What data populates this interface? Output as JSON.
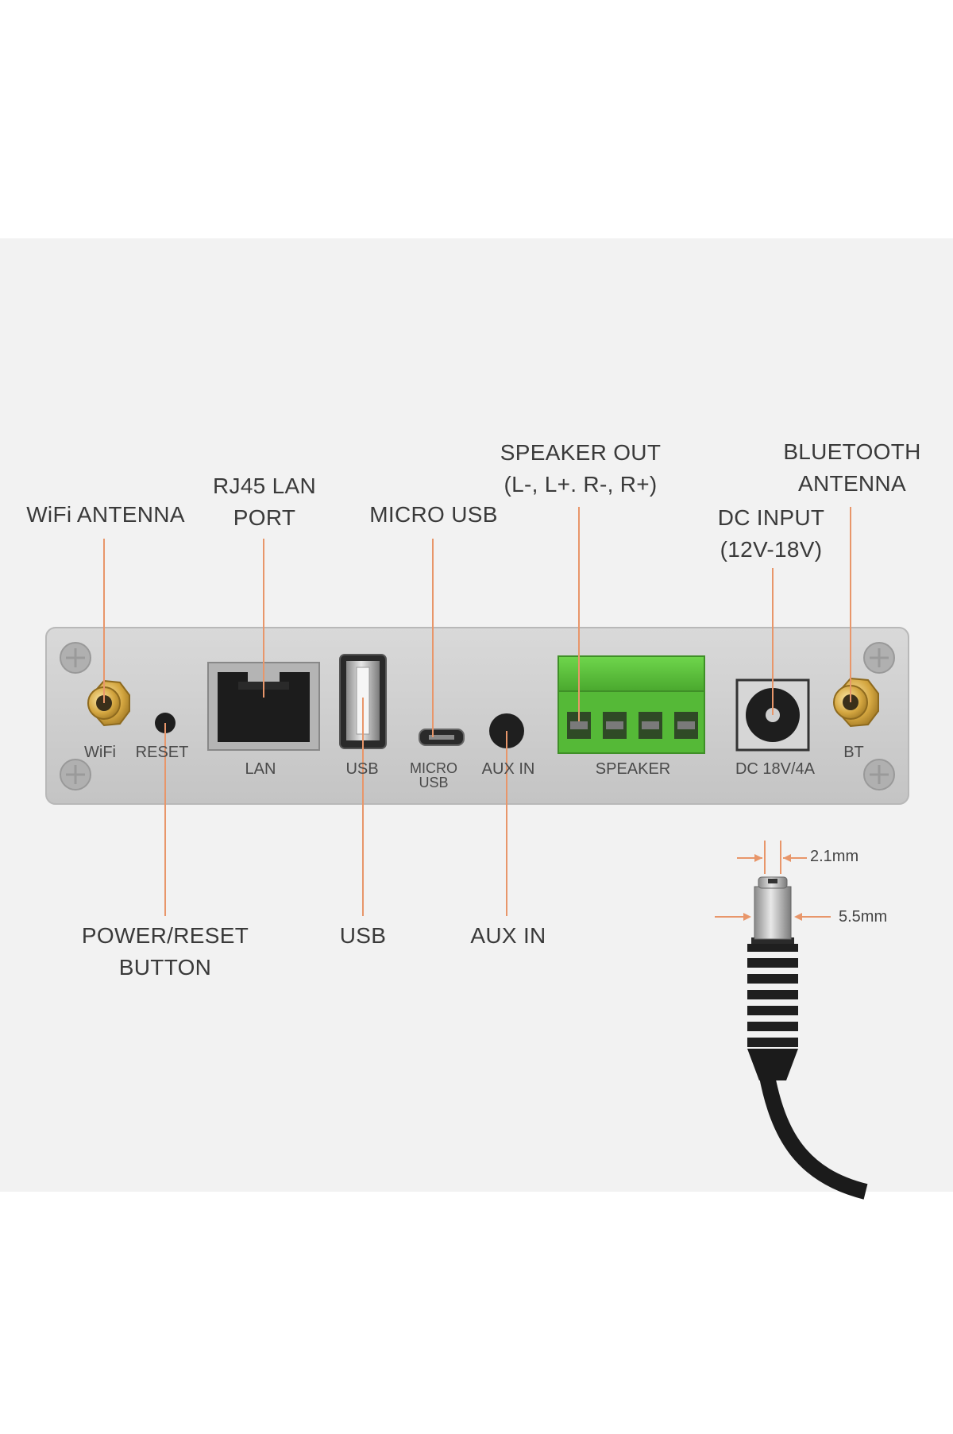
{
  "colors": {
    "background": "#ffffff",
    "backdrop": "#f2f2f2",
    "panel": "#cfcfcf",
    "leader_line": "#e8966a",
    "terminal_green": "#5cc23c",
    "gold_connector": "#d4a640"
  },
  "callouts": {
    "wifi_antenna": {
      "lines": [
        "WiFi ANTENNA"
      ]
    },
    "rj45_lan": {
      "lines": [
        "RJ45 LAN",
        "PORT"
      ]
    },
    "micro_usb": {
      "lines": [
        "MICRO USB"
      ]
    },
    "speaker_out": {
      "lines": [
        "SPEAKER OUT",
        "(L-, L+. R-, R+)"
      ]
    },
    "dc_input": {
      "lines": [
        "DC INPUT",
        "(12V-18V)"
      ]
    },
    "bluetooth_antenna": {
      "lines": [
        "BLUETOOTH",
        "ANTENNA"
      ]
    },
    "power_reset": {
      "lines": [
        "POWER/RESET",
        "BUTTON"
      ]
    },
    "usb": {
      "lines": [
        "USB"
      ]
    },
    "aux_in": {
      "lines": [
        "AUX IN"
      ]
    }
  },
  "panel_labels": {
    "wifi": "WiFi",
    "reset": "RESET",
    "lan": "LAN",
    "usb": "USB",
    "micro_usb_line1": "MICRO",
    "micro_usb_line2": "USB",
    "aux_in": "AUX IN",
    "speaker": "SPEAKER",
    "dc": "DC 18V/4A",
    "bt": "BT"
  },
  "plug_dimensions": {
    "inner": "2.1mm",
    "outer": "5.5mm"
  }
}
